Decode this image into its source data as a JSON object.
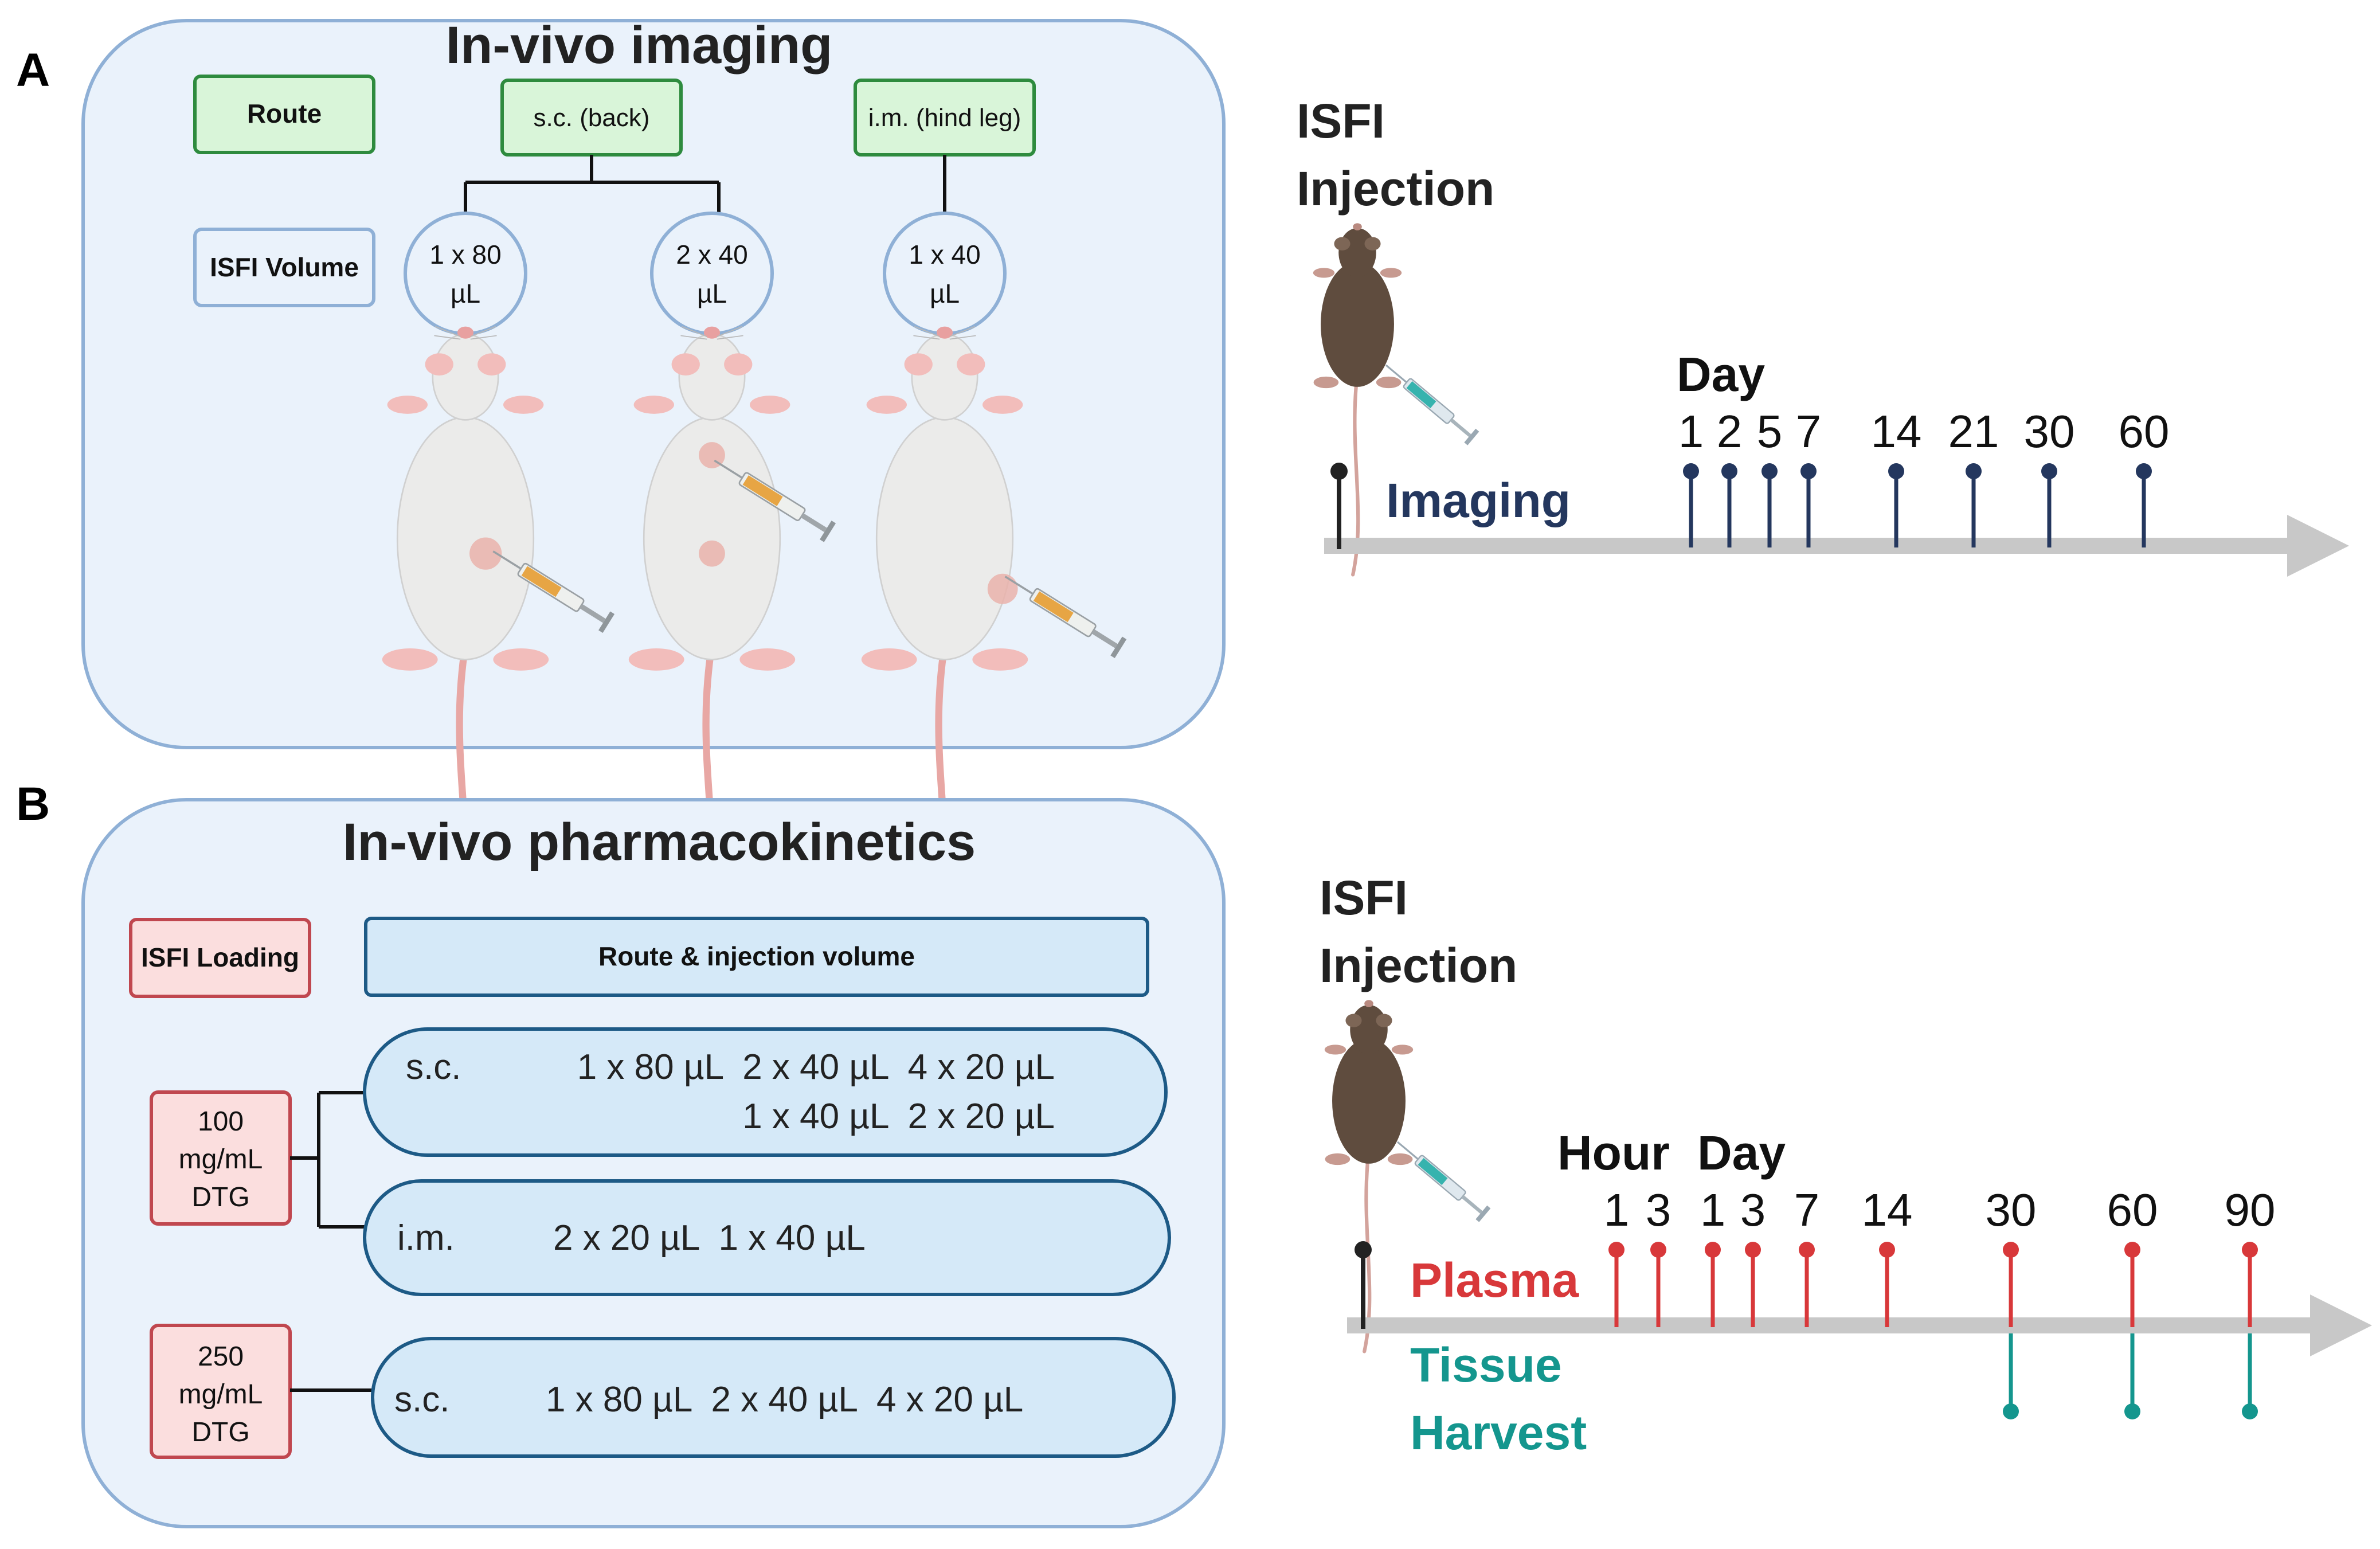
{
  "panel_a": {
    "letter": "A",
    "title": "In-vivo imaging",
    "route_label": "Route",
    "routes": [
      "s.c. (back)",
      "i.m. (hind leg)"
    ],
    "volume_label": "ISFI Volume",
    "volumes": [
      {
        "line1": "1 x 80",
        "line2": "µL"
      },
      {
        "line1": "2 x 40",
        "line2": "µL"
      },
      {
        "line1": "1 x 40",
        "line2": "µL"
      }
    ],
    "timeline": {
      "injection_line1": "ISFI",
      "injection_line2": "Injection",
      "series_label": "Imaging",
      "day_label": "Day",
      "days": [
        "1",
        "2",
        "5",
        "7",
        "14",
        "21",
        "30",
        "60"
      ]
    }
  },
  "panel_b": {
    "letter": "B",
    "title": "In-vivo pharmacokinetics",
    "loading_label": "ISFI Loading",
    "route_header": "Route & injection volume",
    "groups": [
      {
        "loading": {
          "line1": "100",
          "line2": "mg/mL",
          "line3": "DTG"
        },
        "rows": [
          {
            "route": "s.c.",
            "line1": "1 x 80 µL  2 x 40 µL  4 x 20 µL",
            "line2": "1 x 40 µL  2 x 20 µL"
          },
          {
            "route": "i.m.",
            "line1": "2 x 20 µL  1 x 40 µL"
          }
        ]
      },
      {
        "loading": {
          "line1": "250",
          "line2": "mg/mL",
          "line3": "DTG"
        },
        "rows": [
          {
            "route": "s.c.",
            "line1": "1 x 80 µL  2 x 40 µL  4 x 20 µL"
          }
        ]
      }
    ],
    "timeline": {
      "injection_line1": "ISFI",
      "injection_line2": "Injection",
      "plasma_label": "Plasma",
      "tissue_line1": "Tissue",
      "tissue_line2": "Harvest",
      "hour_label": "Hour",
      "day_label": "Day",
      "hours": [
        "1",
        "3"
      ],
      "days": [
        "1",
        "3",
        "7",
        "14",
        "30",
        "60",
        "90"
      ]
    }
  },
  "colors": {
    "panel_fill": "#eaf2fb",
    "panel_stroke": "#8fb0d6",
    "green_fill": "#d9f5d9",
    "green_stroke": "#2e8b3e",
    "pink_fill": "#fbdede",
    "pink_stroke": "#c0474f",
    "pill_fill": "#d5e9f8",
    "pill_stroke": "#1d5a86",
    "navy": "#24375e",
    "red": "#d8383a",
    "teal": "#14968e",
    "axis": "#c8c8c8"
  }
}
